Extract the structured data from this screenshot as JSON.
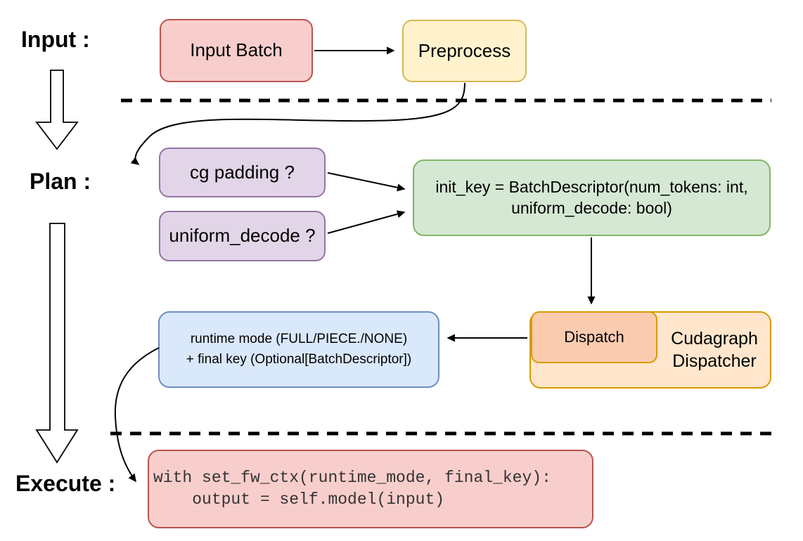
{
  "sections": {
    "input": "Input :",
    "plan": "Plan :",
    "execute": "Execute :"
  },
  "nodes": {
    "input_batch": {
      "label": "Input Batch",
      "fill": "#F8CECC",
      "stroke": "#B85450"
    },
    "preprocess": {
      "label": "Preprocess",
      "fill": "#FFF2CC",
      "stroke": "#D6B656"
    },
    "cg_padding": {
      "label": "cg padding ?",
      "fill": "#E1D5E7",
      "stroke": "#9673A6"
    },
    "uniform_decode": {
      "label": "uniform_decode ?",
      "fill": "#E1D5E7",
      "stroke": "#9673A6"
    },
    "init_key": {
      "line1": "init_key = BatchDescriptor(num_tokens: int,",
      "line2": "uniform_decode: bool)",
      "fill": "#D5E8D4",
      "stroke": "#82B366"
    },
    "dispatch": {
      "label": "Dispatch",
      "fill": "#FACBAF",
      "stroke": "#D79B00"
    },
    "cudagraph_dispatcher": {
      "line1": "Cudagraph",
      "line2": "Dispatcher",
      "fill": "#FFE6CC",
      "stroke": "#D79B00"
    },
    "runtime_result": {
      "line1": "runtime mode (FULL/PIECE./NONE)",
      "line2": "+ final key (Optional[BatchDescriptor])",
      "fill": "#DAE8FC",
      "stroke": "#6C8EBF"
    },
    "execute_code": {
      "line1": "with set_fw_ctx(runtime_mode, final_key):",
      "line2": "    output = self.model(input)",
      "fill": "#F8CECC",
      "stroke": "#B85450"
    }
  },
  "colors": {
    "canvas": "#FFFFFF",
    "connector": "#000000"
  }
}
